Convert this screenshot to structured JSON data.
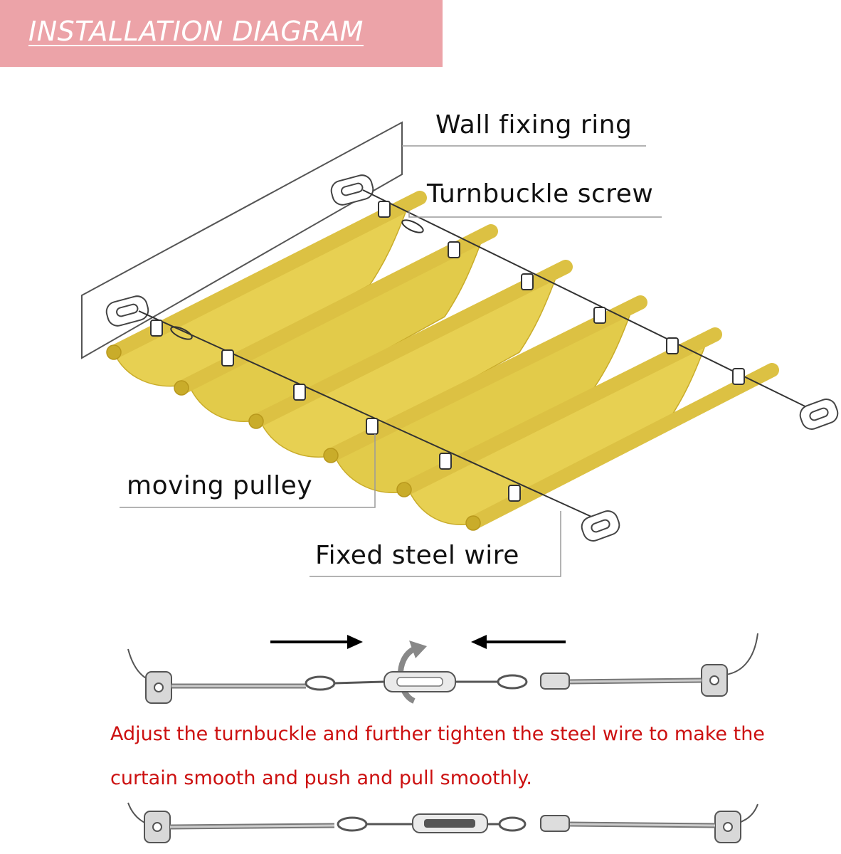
{
  "header": {
    "title": "INSTALLATION DIAGRAM",
    "background": "#eca3a8",
    "text_color": "#ffffff"
  },
  "labels": {
    "wall_fixing_ring": "Wall fixing ring",
    "turnbuckle_screw": "Turnbuckle screw",
    "moving_pulley": "moving pulley",
    "fixed_steel_wire": "Fixed steel wire"
  },
  "caption": {
    "line1": "Adjust the turnbuckle and further tighten the steel wire to make the",
    "line2": "curtain smooth and push and pull smoothly.",
    "color": "#cc1010"
  },
  "colors": {
    "fabric": "#e7d052",
    "fabric_dark": "#c9ac2a",
    "wire": "#333333",
    "leader_line": "#9a9a9a"
  }
}
